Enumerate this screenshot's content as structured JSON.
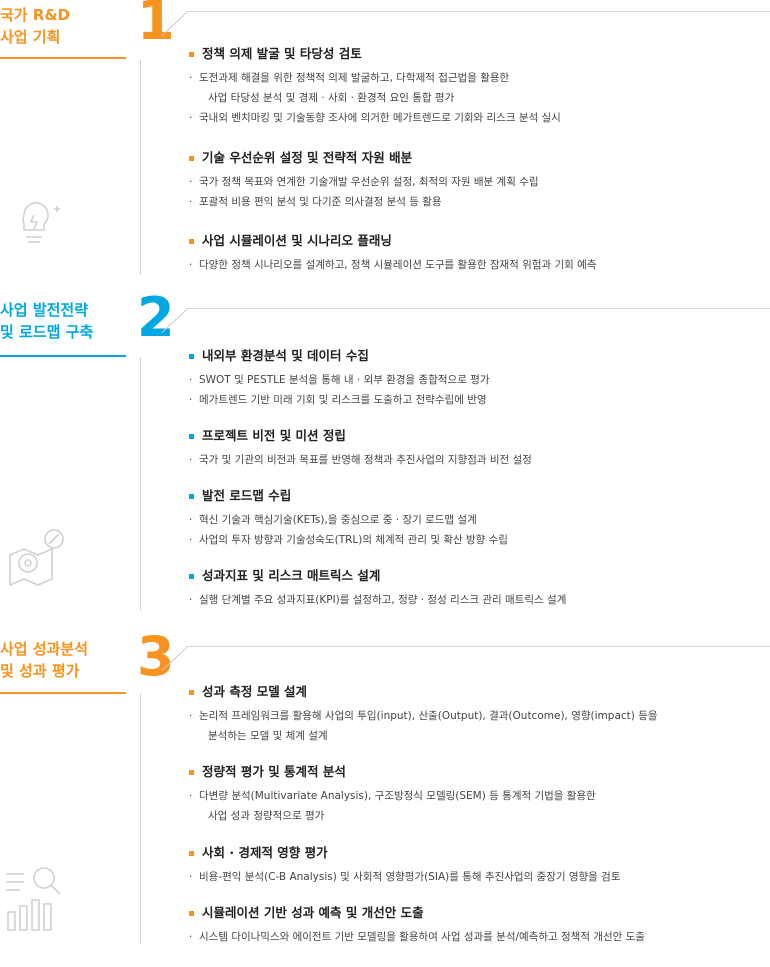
{
  "colors": {
    "orange": "#f7931e",
    "cyan": "#00a7e1"
  },
  "sections": [
    {
      "number": "1",
      "title": "국가 R&D\n사업 기획",
      "icon": "lightbulb-icon",
      "items": [
        {
          "heading": "정책 의제 발굴 및 타당성 검토",
          "lines": [
            "도전과제 해결을 위한 정책적 의제 발굴하고, 다학제적 접근법을 활용한",
            "사업 타당성 분석 및 경제 · 사회 · 환경적 요인 통합 평가",
            "국내외 벤치마킹 및 기술동향 조사에 의거한 메가트렌드로 기회와 리스크 분석 실시"
          ]
        },
        {
          "heading": "기술 우선순위 설정 및 전략적 자원 배분",
          "lines": [
            "국가 정책 목표와 연계한 기술개발 우선순위 설정, 최적의 자원 배분 계획 수립",
            "포괄적 비용 편익 분석 및 다기준 의사결정 분석 등 활용"
          ]
        },
        {
          "heading": "사업 시뮬레이션 및 시나리오 플래닝",
          "lines": [
            "다양한 정책 시나리오를 설계하고, 정책 시뮬레이션 도구를 활용한 잠재적 위험과 기회 예측"
          ]
        }
      ]
    },
    {
      "number": "2",
      "title": "사업 발전전략\n및 로드맵 구축",
      "icon": "map-pin-icon",
      "items": [
        {
          "heading": "내외부 환경분석 및 데이터 수집",
          "lines": [
            "SWOT 및 PESTLE 분석을 통해 내 · 외부 환경을 종합적으로 평가",
            "메가트렌드 기반 미래 기회 및 리스크를 도출하고 전략수립에 반영"
          ]
        },
        {
          "heading": "프로젝트 비전 및 미션 정립",
          "lines": [
            "국가 및 기관의 비전과 목표를 반영해 정책과 추진사업의 지향점과 비전 설정"
          ]
        },
        {
          "heading": "발전 로드맵 수립",
          "lines": [
            "혁신 기술과 핵심기술(KETs),을 중심으로 중 · 장기 로드맵 설계",
            "사업의 투자 방향과 기술성숙도(TRL)의 체계적 관리 및 확산 방향 수립"
          ]
        },
        {
          "heading": "성과지표 및 리스크 매트릭스 설계",
          "lines": [
            "실행 단계별 주요 성과지표(KPI)를 설정하고, 정량 · 정성 리스크 관리 매트릭스 설계"
          ]
        }
      ]
    },
    {
      "number": "3",
      "title": "사업 성과분석\n및 성과 평가",
      "icon": "chart-search-icon",
      "items": [
        {
          "heading": "성과 측정 모델 설계",
          "lines": [
            "논리적 프레임워크를 활용해 사업의 투입(input), 산출(Output), 결과(Outcome), 영향(impact) 등을",
            "분석하는 모델 및 체계 설계"
          ]
        },
        {
          "heading": "정량적 평가 및 통계적 분석",
          "lines": [
            "다변량 분석(Multivariate Analysis), 구조방정식 모델링(SEM) 등 통계적 기법을 활용한",
            "사업 성과 정량적으로 평가"
          ]
        },
        {
          "heading": "사회 · 경제적 영향 평가",
          "lines": [
            "비용-편익 분석(C-B Analysis) 및 사회적 영향평가(SIA)를 통해 추진사업의 중장기 영향을 검토"
          ]
        },
        {
          "heading": "시뮬레이션 기반 성과 예측 및 개선안 도출",
          "lines": [
            "시스템 다이나믹스와 에이전트 기반 모델링을 활용하여 사업 성과를 분석/예측하고 정책적 개선안 도출"
          ]
        }
      ]
    }
  ]
}
